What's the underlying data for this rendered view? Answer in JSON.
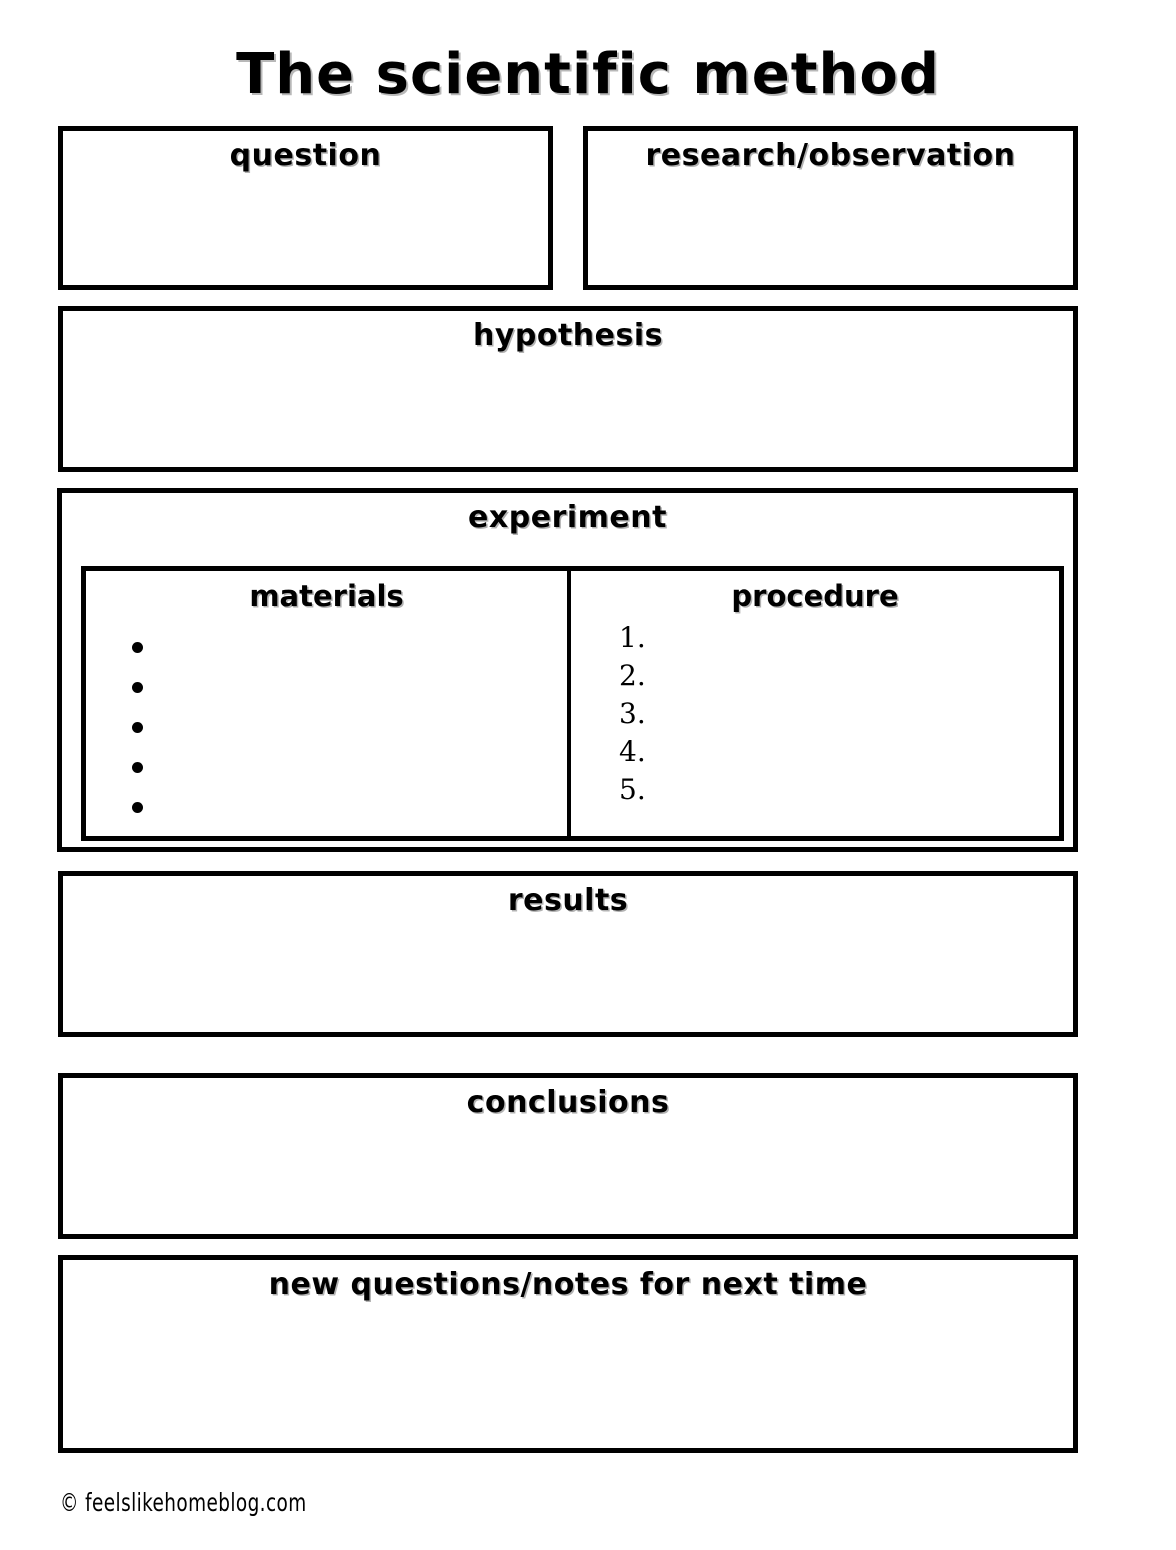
{
  "page": {
    "title": "The scientific method",
    "background_color": "#ffffff",
    "ink_color": "#000000"
  },
  "sections": {
    "question": {
      "label": "question"
    },
    "research": {
      "label": "research/observation"
    },
    "hypothesis": {
      "label": "hypothesis"
    },
    "experiment": {
      "label": "experiment",
      "materials": {
        "label": "materials",
        "bullets": [
          "",
          "",
          "",
          "",
          ""
        ],
        "bullet_count": 5
      },
      "procedure": {
        "label": "procedure",
        "items": [
          "1.",
          "2.",
          "3.",
          "4.",
          "5."
        ],
        "item_count": 5
      }
    },
    "results": {
      "label": "results"
    },
    "conclusions": {
      "label": "conclusions"
    },
    "new_questions": {
      "label": "new questions/notes for next time"
    }
  },
  "footer": {
    "credit": "© feelslikehomeblog.com"
  }
}
